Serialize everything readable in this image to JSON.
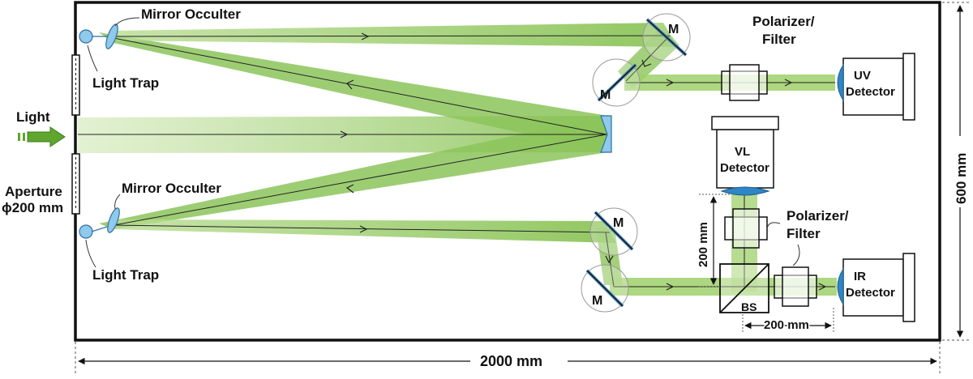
{
  "labels": {
    "mirror_occulter_top": "Mirror Occulter",
    "mirror_occulter_bottom": "Mirror Occulter",
    "light_trap_top": "Light Trap",
    "light_trap_bottom": "Light Trap",
    "light": "Light",
    "aperture_line1": "Aperture",
    "aperture_line2": "ϕ200 mm",
    "mirror": "M",
    "polarizer_top_line1": "Polarizer/",
    "polarizer_top_line2": "Filter",
    "polarizer_bottom_line1": "Polarizer/",
    "polarizer_bottom_line2": "Filter",
    "uv_line1": "UV",
    "uv_line2": "Detector",
    "vl_line1": "VL",
    "vl_line2": "Detector",
    "ir_line1": "IR",
    "ir_line2": "Detector",
    "beam_splitter": "BS"
  },
  "dimensions": {
    "width_total": "2000 mm",
    "height_total": "600 mm",
    "bs_to_ir": "200 mm",
    "bs_to_vl": "200 mm"
  },
  "colors": {
    "beam": "#9acd5a",
    "beam_dark": "#5fa52e",
    "optic": "#8fc9ec",
    "optic_dark": "#2f86c6",
    "frame": "#111111"
  }
}
